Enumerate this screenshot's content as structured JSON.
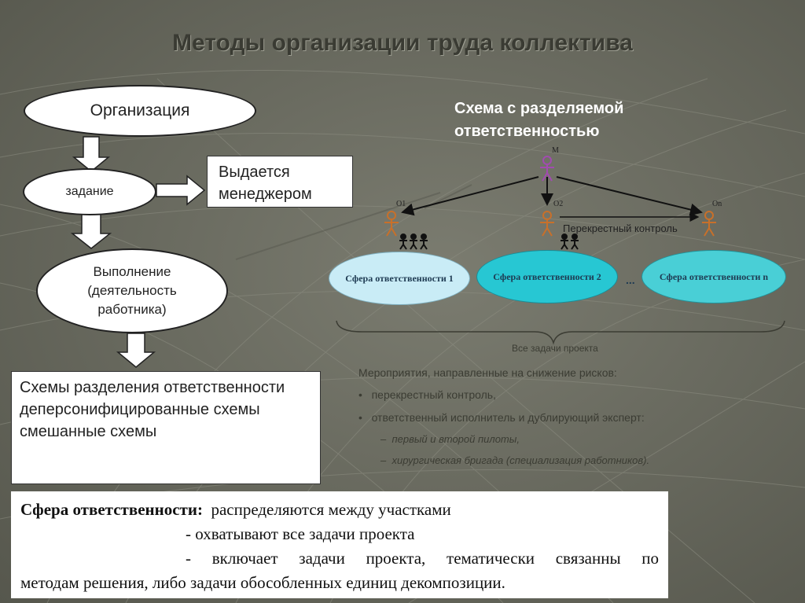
{
  "title": "Методы организации труда коллектива",
  "flow": {
    "organization": "Организация",
    "task": "задание",
    "issued_by": "Выдается менеджером",
    "execution": "Выполнение (деятельность работника)",
    "schemes": [
      "Схемы разделения ответственности",
      "деперсонифицированные схемы",
      "смешанные схемы"
    ]
  },
  "scheme": {
    "title": "Схема с разделяемой ответственностью",
    "manager_label": "М",
    "o1_label": "О1",
    "o2_label": "О2",
    "on_label": "Оn",
    "cross_control": "Перекрестный контроль",
    "sphere1": "Сфера ответственности 1",
    "sphere2": "Сфера ответственности 2",
    "ellipsis": "...",
    "sphere_n": "Сфера ответственности n",
    "all_tasks": "Все задачи проекта",
    "measures_title": "Мероприятия, направленные на снижение рисков:",
    "bullets": [
      "перекрестный контроль,",
      "ответственный исполнитель и дублирующий эксперт:"
    ],
    "sub_bullets": [
      "первый и второй пилоты,",
      "хирургическая бригада (специализация работников)."
    ],
    "colors": {
      "manager": "#a24bb0",
      "worker": "#c8702a",
      "sphere1": "#c9ecf6",
      "sphere2": "#27c7d3",
      "sphere_n": "#49cfd6"
    }
  },
  "definition": {
    "term": "Сфера ответственности:",
    "line1_rest": "распределяются между участками",
    "line2": "- охватывают все задачи проекта",
    "line3": "- включает задачи проекта, тематически связанны по",
    "line4": "методам решения, либо задачи обособленных единиц декомпозиции."
  }
}
